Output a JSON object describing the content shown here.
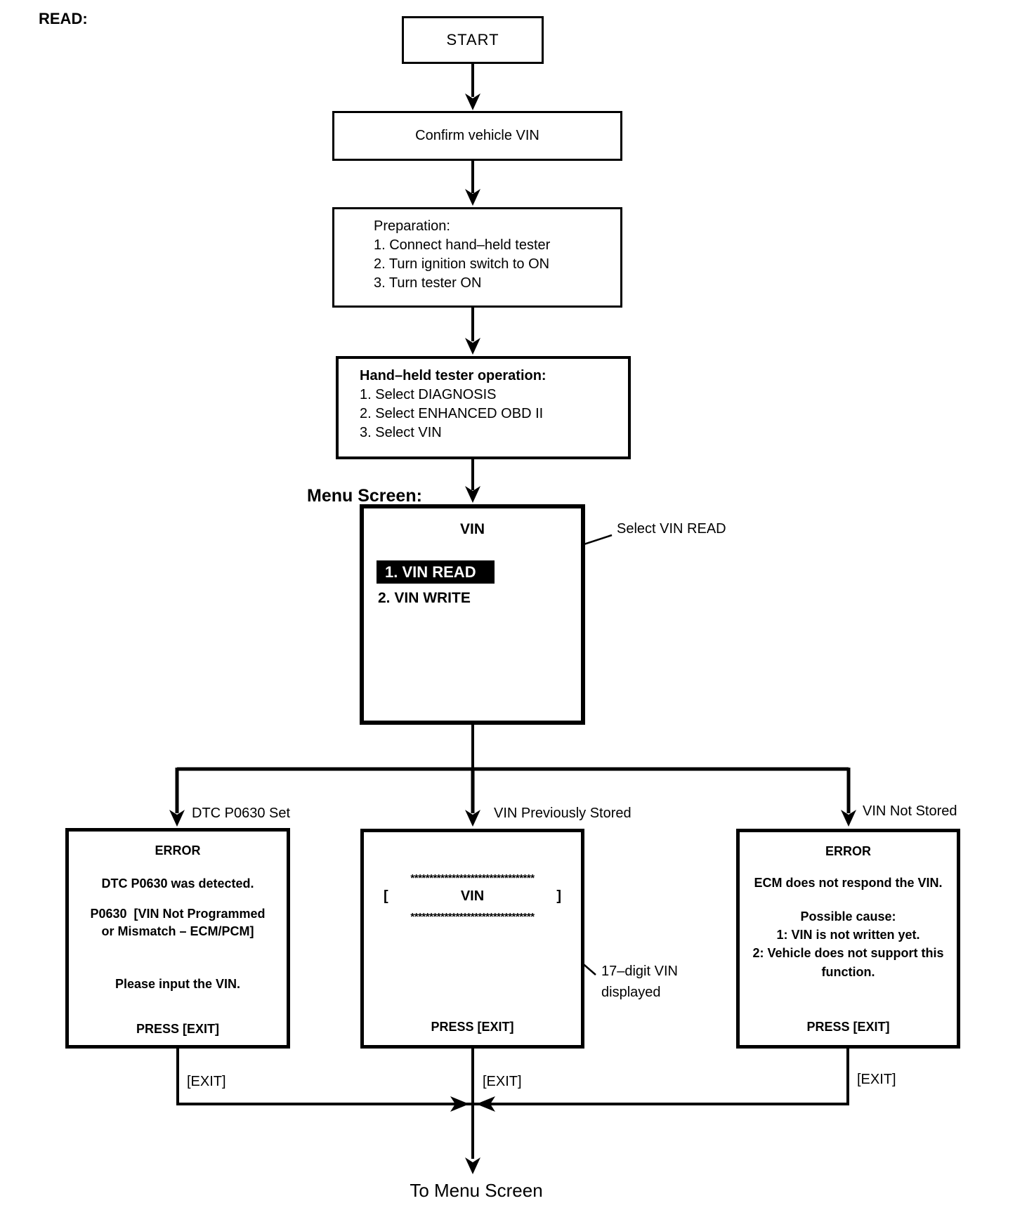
{
  "page": {
    "read_label": "READ:",
    "to_menu_screen": "To Menu Screen"
  },
  "colors": {
    "ink": "#000000",
    "paper": "#ffffff",
    "highlight_bg": "#000000",
    "highlight_text": "#ffffff"
  },
  "flow": {
    "start": "START",
    "confirm": "Confirm vehicle VIN",
    "preparation": {
      "title": "Preparation:",
      "items": [
        "1. Connect hand–held tester",
        "2. Turn ignition switch to ON",
        "3. Turn tester ON"
      ]
    },
    "tester_operation": {
      "title": "Hand–held tester operation:",
      "items": [
        "1. Select DIAGNOSIS",
        "2. Select ENHANCED OBD II",
        "3. Select VIN"
      ]
    },
    "menu_screen_label": "Menu Screen:",
    "menu": {
      "title": "VIN",
      "selected_item": "1. VIN READ",
      "item2": "2. VIN WRITE",
      "annotation": "Select VIN READ"
    }
  },
  "branches": {
    "left": {
      "label": "DTC P0630 Set",
      "lines": [
        "ERROR",
        "DTC P0630 was detected.",
        "P0630  [VIN Not Programmed",
        "or Mismatch – ECM/PCM]",
        "Please input the VIN.",
        "PRESS [EXIT]"
      ],
      "exit_label": "[EXIT]"
    },
    "center": {
      "label": "VIN Previously Stored",
      "asterisk_row": "*********************************",
      "bracket_open": "[",
      "vin_text": "VIN",
      "bracket_close": "]",
      "press_exit": "PRESS [EXIT]",
      "annotation_line1": "17–digit VIN",
      "annotation_line2": "displayed",
      "exit_label": "[EXIT]"
    },
    "right": {
      "label": "VIN Not Stored",
      "lines": [
        "ERROR",
        "ECM does not respond the VIN.",
        "Possible cause:",
        "1: VIN is not written yet.",
        "2: Vehicle does not support this",
        "function.",
        "PRESS [EXIT]"
      ],
      "exit_label": "[EXIT]"
    }
  }
}
